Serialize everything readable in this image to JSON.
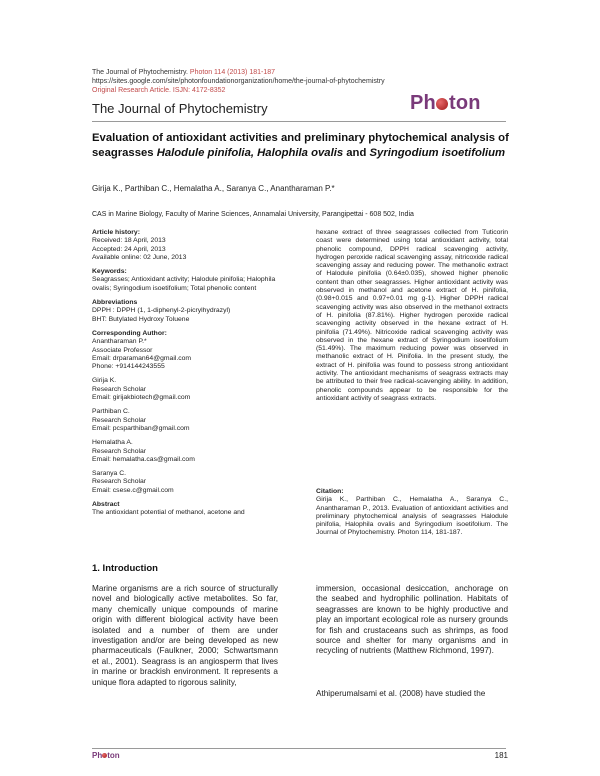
{
  "header": {
    "line1_prefix": "The Journal of Phytochemistry.",
    "line1_highlight": "Photon 114 (2013) 181-187",
    "line2": "https://sites.google.com/site/photonfoundationorganization/home/the-journal-of-phytochemistry",
    "line3": "Original Research Article. ISJN: 4172-8352"
  },
  "journal_title": "The Journal of Phytochemistry",
  "logo": {
    "pre": "Ph",
    "post": "ton"
  },
  "title": {
    "part1": "Evaluation of antioxidant activities and preliminary phytochemical analysis of seagrasses ",
    "species1": "Halodule pinifolia, Halophila ovalis",
    "part2": " and ",
    "species2": "Syringodium isoetifolium"
  },
  "authors": "Girija K., Parthiban C., Hemalatha A., Saranya C., Anantharaman P.*",
  "affiliation": "CAS in Marine Biology, Faculty of Marine Sciences, Annamalai University, Parangipettai - 608 502, India",
  "article_history": {
    "heading": "Article history:",
    "received": "Received: 18 April, 2013",
    "accepted": "Accepted: 24 April, 2013",
    "online": "Available online: 02 June, 2013"
  },
  "keywords": {
    "heading": "Keywords:",
    "text": "Seagrasses; Antioxidant activity; Halodule pinifolia; Halophila ovalis; Syringodium isoetifolium; Total phenolic content"
  },
  "abbreviations": {
    "heading": "Abbreviations",
    "dpph": "DPPH : DPPH (1, 1-diphenyl-2-picrylhydrazyl)",
    "bht": "BHT: Butylated Hydroxy Toluene"
  },
  "corresponding": {
    "heading": "Corresponding Author:",
    "name": "Anantharaman P.*",
    "role": "Associate Professor",
    "email": "Email: drparaman64@gmail.com",
    "phone": "Phone: +914144243555"
  },
  "coauthors": [
    {
      "name": "Girija K.",
      "role": "Research Scholar",
      "email": "Email: girijakbiotech@gmail.com"
    },
    {
      "name": "Parthiban C.",
      "role": "Research Scholar",
      "email": "Email: pcsparthiban@gmail.com"
    },
    {
      "name": "Hemalatha A.",
      "role": "Research Scholar",
      "email": "Email: hemalatha.cas@gmail.com"
    },
    {
      "name": "Saranya C.",
      "role": "Research Scholar",
      "email": "Email: csese.c@gmail.com"
    }
  ],
  "abstract": {
    "heading": "Abstract",
    "start": "The antioxidant potential of methanol, acetone and",
    "continued": "hexane extract of three seagrasses collected from Tuticorin coast were determined using total antioxidant activity, total phenolic compound, DPPH radical scavenging activity, hydrogen peroxide radical scavenging assay, nitricoxide radical scavenging assay and reducing power. The methanolic extract of Halodule pinifolia (0.64±0.035), showed higher phenolic content than other seagrasses. Higher antioxidant activity was observed in methanol and acetone extract of H. pinifolia, (0.98+0.015 and 0.97+0.01 mg g-1). Higher DPPH radical scavenging activity was also observed in the methanol extracts of H. pinifolia (87.81%). Higher hydrogen peroxide radical scavenging activity observed in the hexane extract of H. pinifolia (71.49%). Nitricoxide radical scavenging activity was observed in the hexane extract of Syringodium isoetifolium (51.49%). The maximum reducing power was observed in methanolic extract of H. Pinifolia. In the present study, the extract of H. pinifolia was found to possess strong antioxidant activity. The antioxidant mechanisms of seagrass extracts may be attributed to their free radical-scavenging ability. In addition, phenolic compounds appear to be responsible for the antioxidant activity of seagrass extracts."
  },
  "citation": {
    "heading": "Citation:",
    "text": "Girija K., Parthiban C., Hemalatha A., Saranya C., Anantharaman P., 2013. Evaluation of antioxidant activities and preliminary phytochemical analysis of seagrasses Halodule pinifolia, Halophila ovalis and Syringodium isoetifolium. The Journal of Phytochemistry. Photon 114, 181-187."
  },
  "intro": {
    "heading": "1. Introduction",
    "left": "Marine organisms are a rich source of structurally novel and biologically active metabolites. So far, many chemically unique compounds of marine origin with different biological activity have been isolated and a number of them are under investigation and/or are being developed as new pharmaceuticals (Faulkner, 2000; Schwartsmann et al., 2001). Seagrass is an angiosperm that lives in marine or brackish environment. It represents a unique flora adapted to rigorous salinity,",
    "right": "immersion, occasional desiccation, anchorage on the seabed and hydrophilic pollination. Habitats of seagrasses are known to be highly productive and play an important ecological role as nursery grounds for fish and crustaceans such as shrimps, as food source and shelter for many organisms and in recycling of nutrients (Matthew Richmond, 1997).",
    "right2": "Athiperumalsami et al. (2008) have studied the"
  },
  "footer": {
    "page": "181"
  },
  "colors": {
    "logo": "#7a3a7a",
    "header_highlight": "#c04a4a",
    "rule": "#9a9a9a"
  }
}
